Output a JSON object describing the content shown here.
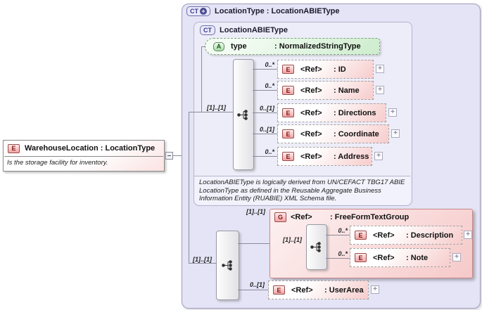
{
  "root_element": {
    "badge": "E",
    "title": "WarehouseLocation : LocationType",
    "annotation": "Is the storage facility for inventory."
  },
  "outer_type": {
    "badge": "CT",
    "plus": "+",
    "title": "LocationType : LocationABIEType"
  },
  "base_type": {
    "badge": "CT",
    "title": "LocationABIEType",
    "attribute": {
      "badge": "A",
      "name": "type",
      "type": ": NormalizedStringType"
    },
    "compositor_cardinality": "[1]..[1]",
    "elements": [
      {
        "badge": "E",
        "ref": "<Ref>",
        "type": ": ID",
        "cardinality": "0..*"
      },
      {
        "badge": "E",
        "ref": "<Ref>",
        "type": ": Name",
        "cardinality": "0..*"
      },
      {
        "badge": "E",
        "ref": "<Ref>",
        "type": ": Directions",
        "cardinality": "0..[1]"
      },
      {
        "badge": "E",
        "ref": "<Ref>",
        "type": ": Coordinate",
        "cardinality": "0..[1]"
      },
      {
        "badge": "E",
        "ref": "<Ref>",
        "type": ": Address",
        "cardinality": "0..*"
      }
    ],
    "annotation": "LocationABIEType is logically derived from UN/CEFACT TBG17 ABIE LocationType as defined in the Reusable Aggregate Business Information Entity (RUABIE) XML Schema file."
  },
  "extension": {
    "compositor_cardinality": "[1]..[1]",
    "group": {
      "badge": "G",
      "ref": "<Ref>",
      "type": ": FreeFormTextGroup",
      "cardinality": "[1]..[1]",
      "compositor_cardinality": "[1]..[1]",
      "elements": [
        {
          "badge": "E",
          "ref": "<Ref>",
          "type": ": Description",
          "cardinality": "0..*"
        },
        {
          "badge": "E",
          "ref": "<Ref>",
          "type": ": Note",
          "cardinality": "0..*"
        }
      ]
    },
    "user_area": {
      "badge": "E",
      "ref": "<Ref>",
      "type": ": UserArea",
      "cardinality": "0..[1]"
    }
  },
  "symbols": {
    "plus": "+"
  },
  "colors": {
    "lavender_fill": "#e4e4f6",
    "inner_fill": "#ededf9",
    "element_pink": "#f7cccc",
    "group_pink": "#f6c9c9",
    "attribute_green": "#cdeccd",
    "badge_red": "#7c1616",
    "line": "#8a8a99"
  }
}
